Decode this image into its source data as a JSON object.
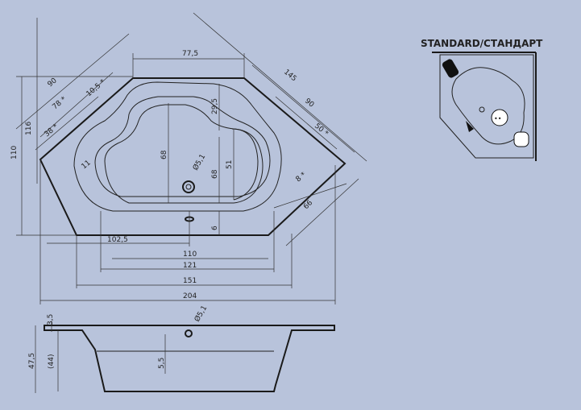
{
  "title": "STANDARD/СТАНДАРТ",
  "colors": {
    "background": "#b8c3db",
    "line": "#1a1a1a"
  },
  "top_view": {
    "dims": {
      "w77": "77,5",
      "d145": "145",
      "d90a": "90",
      "d90b": "90",
      "d105": "10,5 *",
      "d78": "78 *",
      "d38": "38 *",
      "d116": "116",
      "d110": "110",
      "d11": "11",
      "d295": "29,5",
      "d68a": "68",
      "d68b": "68",
      "d51": "51",
      "d51hole": "Ø5,1",
      "d50": "50 *",
      "d8": "8 *",
      "d66": "66",
      "d6": "6",
      "d1025": "102,5",
      "w110": "110",
      "w121": "121",
      "w151": "151",
      "w204": "204"
    }
  },
  "side_view": {
    "dims": {
      "d35": "3,5",
      "d475": "47,5",
      "d44": "(44)",
      "d55": "5,5",
      "d51hole": "Ø5,1"
    }
  },
  "mini": {
    "icons": [
      "headrest-icon",
      "drain-icon",
      "handle-icon",
      "jet-icon"
    ]
  }
}
